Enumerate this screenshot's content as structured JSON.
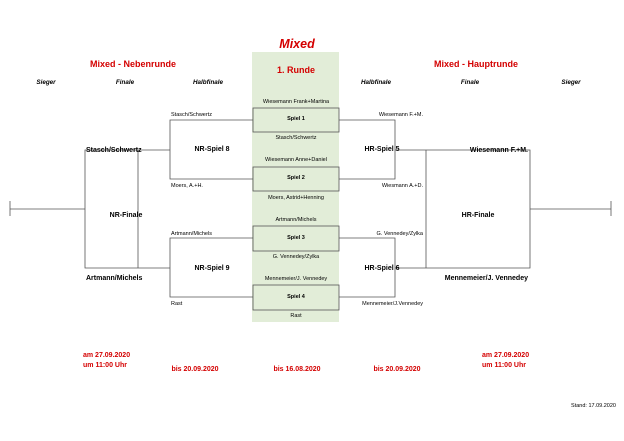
{
  "title": "Mixed",
  "left_header": "Mixed - Nebenrunde",
  "center_header": "1. Runde",
  "right_header": "Mixed - Hauptrunde",
  "columns": {
    "left_sieger": "Sieger",
    "left_finale": "Finale",
    "left_halbfinale": "Halbfinale",
    "right_halbfinale": "Halbfinale",
    "right_finale": "Finale",
    "right_sieger": "Sieger"
  },
  "games": [
    {
      "label": "Spiel 1",
      "top": "Wiesemann Frank+Martina",
      "bottom": "Stasch/Schwertz"
    },
    {
      "label": "Spiel 2",
      "top": "Wiesemann Anne+Daniel",
      "bottom": "Moers, Astrid+Henning"
    },
    {
      "label": "Spiel 3",
      "top": "Artmann/Michels",
      "bottom": "G. Vennedey/Zylka"
    },
    {
      "label": "Spiel 4",
      "top": "Mennemeier/J. Vennedey",
      "bottom": "Rast"
    }
  ],
  "nebenrunde": {
    "semi1": {
      "label": "NR-Spiel 8",
      "top": "Stasch/Schwertz",
      "bottom": "Moers, A.+H."
    },
    "semi2": {
      "label": "NR-Spiel 9",
      "top": "Artmann/Michels",
      "bottom": "Rast"
    },
    "final": {
      "label": "NR-Finale",
      "top": "Stasch/Schwertz",
      "bottom": "Artmann/Michels"
    }
  },
  "hauptrunde": {
    "semi1": {
      "label": "HR-Spiel 5",
      "top": "Wiesemann F.+M.",
      "bottom": "Wiesmann A.+D."
    },
    "semi2": {
      "label": "HR-Spiel 6",
      "top": "G. Vennedey/Zylka",
      "bottom": "Mennemeier/J.Vennedey"
    },
    "final": {
      "label": "HR-Finale",
      "top": "Wiesemann F.+M.",
      "bottom": "Mennemeier/J. Vennedey"
    }
  },
  "dates": {
    "left_final_line1": "am 27.09.2020",
    "left_final_line2": "um 11:00 Uhr",
    "left_semi": "bis 20.09.2020",
    "first_round": "bis 16.08.2020",
    "right_semi": "bis 20.09.2020",
    "right_final_line1": "am 27.09.2020",
    "right_final_line2": "um 11:00 Uhr"
  },
  "status": "Stand: 17.09.2020",
  "colors": {
    "accent_red": "#d40000",
    "round_bg": "#e2edd8"
  }
}
